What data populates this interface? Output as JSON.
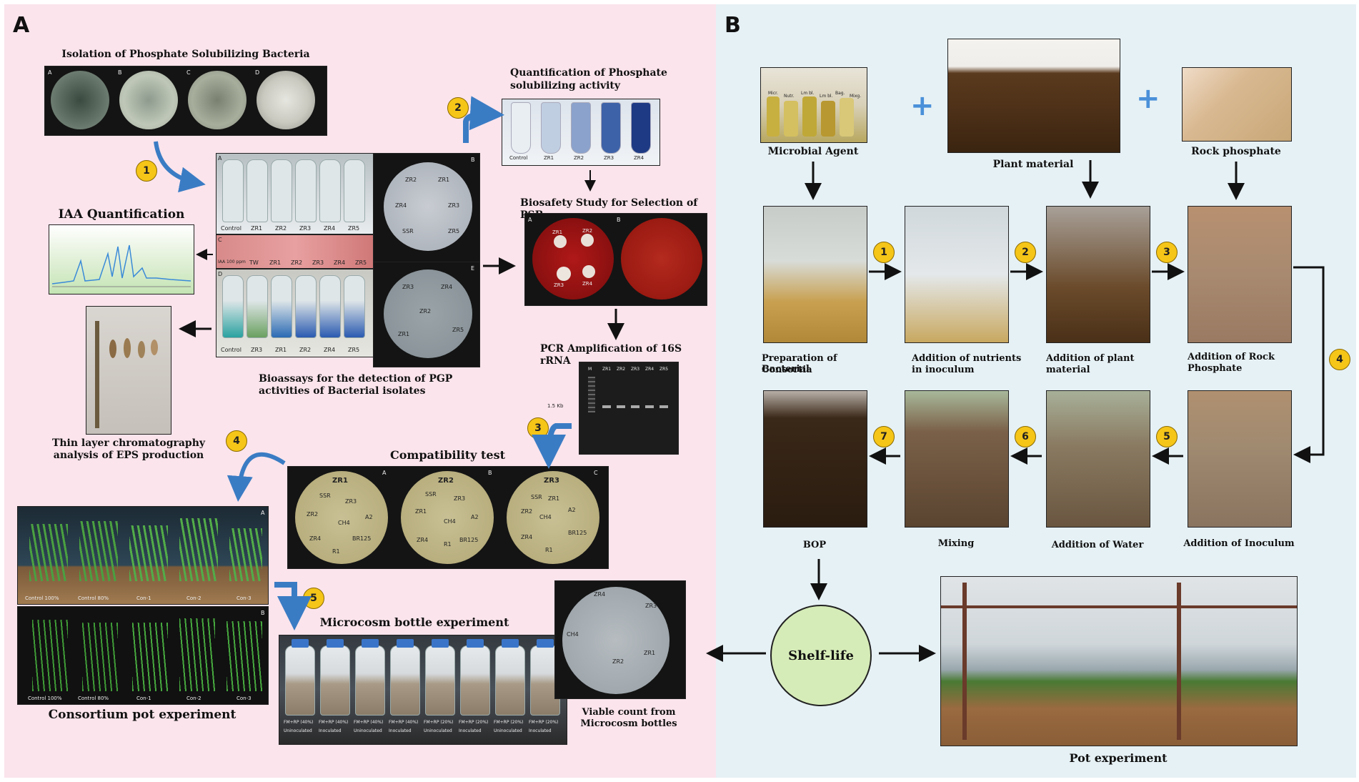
{
  "panels": {
    "a": "A",
    "b": "B"
  },
  "colors": {
    "panel_a_bg": "#fbe4ec",
    "panel_b_bg": "#e6f1f5",
    "badge": "#f5c518",
    "curved_arrow": "#3a7cc4",
    "plus": "#4a90d9",
    "shelf_life_fill": "#d6ecb8"
  },
  "panel_a": {
    "isolation": {
      "title": "Isolation of Phosphate Solubilizing Bacteria",
      "plate_letters": [
        "A",
        "B",
        "C",
        "D"
      ]
    },
    "iaa": {
      "title": "IAA Quantification"
    },
    "quantification": {
      "title_line1": "Quantification of Phosphate",
      "title_line2": "solubilizing activity",
      "tube_labels": [
        "Control",
        "ZR1",
        "ZR2",
        "ZR3",
        "ZR4"
      ]
    },
    "biosafety": {
      "title": "Biosafety Study for Selection of PSB",
      "letters": [
        "A",
        "B"
      ],
      "labels": [
        "ZR1",
        "ZR2",
        "ZR3",
        "ZR4"
      ]
    },
    "pcr": {
      "title": "PCR Amplification of 16S rRNA",
      "lanes": [
        "M",
        "ZR1",
        "ZR2",
        "ZR3",
        "ZR4",
        "ZR5"
      ],
      "marker": "1.5 Kb"
    },
    "bioassays": {
      "caption_line1": "Bioassays for the detection of PGP",
      "caption_line2": "activities of Bacterial isolates",
      "row_a_labels": [
        "Control",
        "ZR1",
        "ZR2",
        "ZR3",
        "ZR4",
        "ZR5"
      ],
      "row_c_labels": [
        "IAA 100 ppm",
        "TW",
        "ZR1",
        "ZR2",
        "ZR3",
        "ZR4",
        "ZR5"
      ],
      "row_d_labels": [
        "Control",
        "ZR3",
        "ZR1",
        "ZR2",
        "ZR4",
        "ZR5"
      ],
      "letters": [
        "A",
        "B",
        "C",
        "D",
        "E"
      ],
      "plate_b_labels": [
        "ZR2",
        "ZR1",
        "ZR4",
        "ZR3",
        "SSR",
        "ZR5"
      ],
      "plate_e_labels": [
        "ZR3",
        "ZR4",
        "ZR2",
        "ZR1",
        "ZR5"
      ]
    },
    "tlc": {
      "caption_line1": "Thin layer chromatography",
      "caption_line2": "analysis of EPS production"
    },
    "compatibility": {
      "title": "Compatibility test",
      "plates": [
        {
          "letter": "A",
          "top": "ZR1",
          "labels": [
            "SSR",
            "ZR3",
            "ZR2",
            "CH4",
            "A2",
            "ZR4",
            "BR125",
            "R1"
          ]
        },
        {
          "letter": "B",
          "top": "ZR2",
          "labels": [
            "SSR",
            "ZR3",
            "ZR1",
            "CH4",
            "A2",
            "ZR4",
            "R1",
            "BR125"
          ]
        },
        {
          "letter": "C",
          "top": "ZR3",
          "labels": [
            "SSR",
            "ZR2",
            "ZR1",
            "CH4",
            "A2",
            "ZR4",
            "R1",
            "BR125"
          ]
        }
      ]
    },
    "pot": {
      "caption": "Consortium pot experiment",
      "letters": [
        "A",
        "B"
      ],
      "labels_a": [
        "Control 100%",
        "Control 80%",
        "Con-1",
        "Con-2",
        "Con-3"
      ],
      "labels_b": [
        "Control 100%",
        "Control 80%",
        "Con-1",
        "Con-2",
        "Con-3"
      ]
    },
    "microcosm": {
      "title": "Microcosm bottle experiment",
      "bottle_labels": [
        "FM+RP (40%)",
        "FM+RP (40%)",
        "FM+RP (40%)",
        "FM+RP (40%)",
        "FM+RP (20%)",
        "FM+RP (20%)",
        "FM+RP (20%)",
        "FM+RP (20%)"
      ],
      "bottle_status": [
        "Uninoculated",
        "Inoculated",
        "Uninoculated",
        "Inoculated",
        "Uninoculated",
        "Inoculated",
        "Uninoculated",
        "Inoculated"
      ]
    },
    "viable": {
      "caption_line1": "Viable count from",
      "caption_line2": "Microcosm bottles",
      "labels": [
        "ZR4",
        "ZR3",
        "CH4",
        "ZR1",
        "ZR2"
      ]
    },
    "steps": [
      "1",
      "2",
      "3",
      "4",
      "5"
    ]
  },
  "panel_b": {
    "inputs": [
      "Microbial Agent",
      "Plant material",
      "Rock phosphate"
    ],
    "flask_labels": [
      "Micr.",
      "Nutr.",
      "Lm bl.",
      "Lm bl.",
      "Bag.",
      "Mixg."
    ],
    "row1": [
      {
        "line1": "Preparation of Bacterial",
        "line2": "Consortia"
      },
      {
        "line1": "Addition of nutrients",
        "line2": "in inoculum"
      },
      {
        "line1": "Addition of plant",
        "line2": "material"
      },
      {
        "line1": "Addition of Rock",
        "line2": "Phosphate"
      }
    ],
    "row2": [
      "BOP",
      "Mixing",
      "Addition of Water",
      "Addition of Inoculum"
    ],
    "shelf_life": "Shelf-life",
    "pot_experiment": "Pot experiment",
    "steps": [
      "1",
      "2",
      "3",
      "4",
      "5",
      "6",
      "7"
    ]
  }
}
